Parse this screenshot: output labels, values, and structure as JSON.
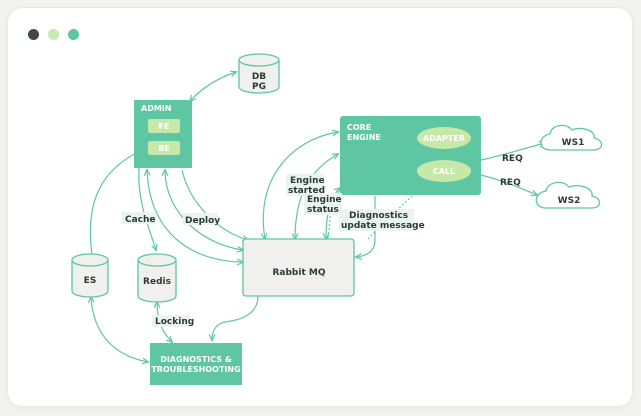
{
  "window": {
    "dots": [
      {
        "name": "close",
        "color": "#3f4a48"
      },
      {
        "name": "minimize",
        "color": "#c8e8b4"
      },
      {
        "name": "maximize",
        "color": "#5ec6a3"
      }
    ]
  },
  "colors": {
    "teal": "#5ec6a3",
    "pill": "#c7e8a9",
    "arrow": "#5ec6a3",
    "text": "#2b3a35",
    "gray_box": "#f0f0ee"
  },
  "nodes": {
    "admin": {
      "label": "ADMIN",
      "fe": "FE",
      "be": "BE"
    },
    "db": {
      "line1": "DB",
      "line2": "PG"
    },
    "core": {
      "line1": "CORE",
      "line2": "ENGINE",
      "adapter": "ADAPTER",
      "call": "CALL"
    },
    "ws1": {
      "label": "WS1"
    },
    "ws2": {
      "label": "WS2"
    },
    "rabbit": {
      "label": "Rabbit MQ"
    },
    "es": {
      "label": "ES"
    },
    "redis": {
      "label": "Redis"
    },
    "diag": {
      "line1": "DIAGNOSTICS &",
      "line2": "TROUBLESHOOTING"
    }
  },
  "edge_labels": {
    "cache": "Cache",
    "deploy": "Deploy",
    "engine_started": [
      "Engine",
      "started"
    ],
    "engine_status": [
      "Engine",
      "status"
    ],
    "diagnostics_update": [
      "Diagnostics",
      "update message"
    ],
    "req1": "REQ",
    "req2": "REQ",
    "locking": "Locking"
  }
}
